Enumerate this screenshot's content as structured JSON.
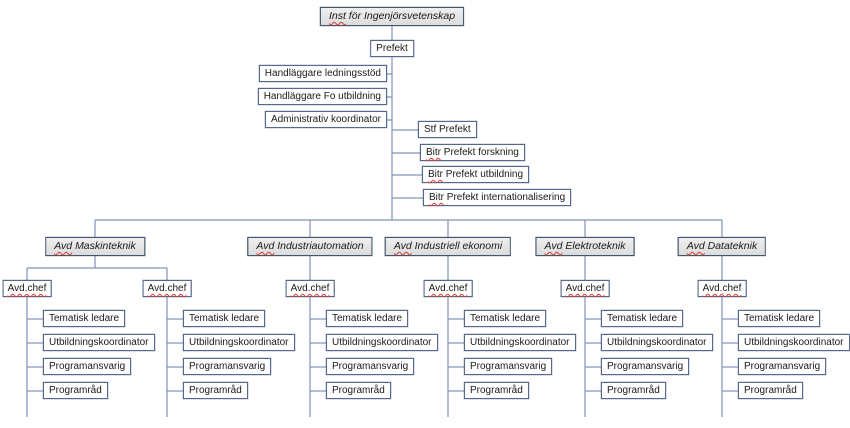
{
  "root": {
    "pre": "Inst",
    "rest": " för Ingenjörsvetenskap"
  },
  "prefekt": "Prefekt",
  "left_staff": [
    "Handläggare ledningsstöd",
    "Handläggare Fo utbildning",
    "Administrativ koordinator"
  ],
  "right_staff": [
    {
      "pre": "",
      "rest": "Stf Prefekt"
    },
    {
      "pre": "Bitr",
      "rest": " Prefekt forskning"
    },
    {
      "pre": "Bitr",
      "rest": " Prefekt utbildning"
    },
    {
      "pre": "Bitr",
      "rest": " Prefekt internationalisering"
    }
  ],
  "divisions": [
    {
      "pre": "Avd",
      "rest": " Maskinteknik"
    },
    {
      "pre": "Avd",
      "rest": " Industriautomation"
    },
    {
      "pre": "Avd",
      "rest": " Industriell ekonomi"
    },
    {
      "pre": "Avd",
      "rest": " Elektroteknik"
    },
    {
      "pre": "Avd",
      "rest": " Datateknik"
    }
  ],
  "chef_label": "Avd.chef",
  "roles": [
    "Tematisk ledare",
    "Utbildningskoordinator",
    "Programansvarig",
    "Programråd"
  ],
  "colors": {
    "connector": "#8193b4",
    "box_border": "#56688c",
    "header_border": "#44546a",
    "header_fill": "#e5e5e5",
    "spellcheck_underline": "#e0392f",
    "text": "#1a1a1a"
  }
}
